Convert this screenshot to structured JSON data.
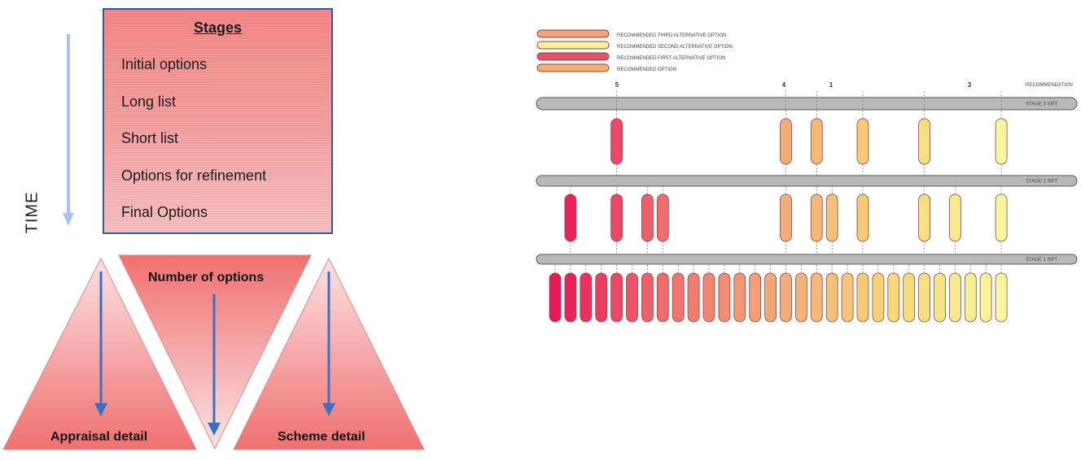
{
  "stages_panel": {
    "time_label": "TIME",
    "title": "Stages",
    "items": [
      "Initial options",
      "Long list",
      "Short list",
      "Options for refinement",
      "Final Options"
    ]
  },
  "triangles": {
    "left_label": "Appraisal detail",
    "middle_label": "Number of options",
    "right_label": "Scheme detail"
  },
  "sifting_diagram": {
    "legend": [
      {
        "color": "#f2a07d",
        "label": "RECOMMENDED THIRD ALTERNATIVE OPTION"
      },
      {
        "color": "#f6f2a0",
        "label": "RECOMMENDED SECOND ALTERNATIVE OPTION"
      },
      {
        "color": "#e8506f",
        "label": "RECOMMENDED FIRST ALTERNATIVE OPTION"
      },
      {
        "color": "#f1b070",
        "label": "RECOMMENDED OPTION"
      }
    ],
    "top_labels": [
      "5",
      "4",
      "1",
      "3"
    ],
    "header_right": "RECOMMENDATION",
    "stage_labels": [
      "STAGE 3 SIFT",
      "STAGE 2 SIFT",
      "STAGE 1 SIFT"
    ]
  }
}
